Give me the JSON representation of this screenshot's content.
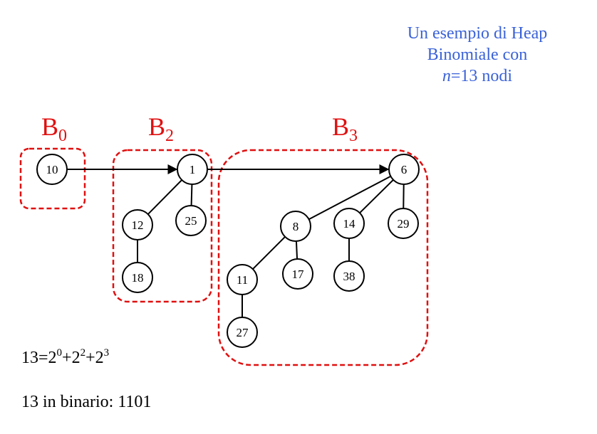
{
  "caption": {
    "line1": "Un esempio di Heap",
    "line2": "Binomiale con",
    "n_symbol": "n",
    "n_rest": "=13 nodi"
  },
  "trees": [
    {
      "base": "B",
      "order": "0"
    },
    {
      "base": "B",
      "order": "2"
    },
    {
      "base": "B",
      "order": "3"
    }
  ],
  "nodes": [
    "10",
    "1",
    "12",
    "25",
    "18",
    "6",
    "8",
    "14",
    "29",
    "11",
    "17",
    "38",
    "27"
  ],
  "formula": {
    "n": "13=",
    "b1": "2",
    "e1": "0",
    "p1": "+",
    "b2": "2",
    "e2": "2",
    "p2": "+",
    "b3": "2",
    "e3": "3"
  },
  "binary_text": "13 in binario: 1101",
  "colors": {
    "caption": "#3a62d8",
    "tree_box": "#e01010",
    "edges": "#000000"
  }
}
